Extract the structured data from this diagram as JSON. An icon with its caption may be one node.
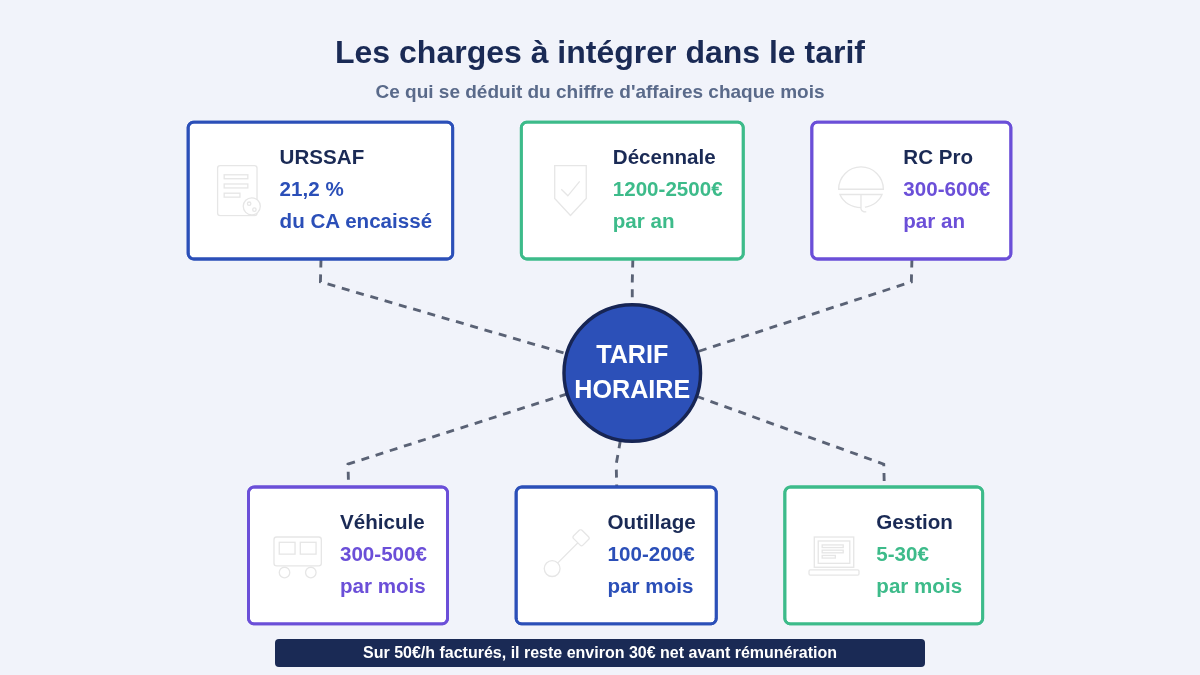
{
  "diagram": {
    "title": "Les charges à intégrer dans le tarif",
    "caption": "Sur 50€/h facturés, il reste environ 30€ net avant rémunération",
    "nodes": [
      {
        "text": [
          "URSSAF",
          "21,2 %",
          "du CA encaissé"
        ]
      },
      {
        "text": [
          "Décennale",
          "1200-2500€",
          "par an"
        ]
      },
      {
        "text": [
          "RC Pro",
          "300-600€",
          "par an"
        ]
      },
      {
        "text": [
          "TARIF",
          "HORAIRE"
        ]
      },
      {
        "text": [
          "Véhicule",
          "300-500€",
          "par mois"
        ]
      },
      {
        "text": [
          "Outillage",
          "100-200€",
          "par mois"
        ]
      },
      {
        "text": [
          "Gestion",
          "5-30€",
          "par mois"
        ]
      }
    ],
    "edges": [
      {
        "from": 0,
        "to": 3,
        "arrow": "none",
        "style": "dashed"
      },
      {
        "from": 1,
        "to": 3,
        "arrow": "none",
        "style": "dashed"
      },
      {
        "from": 2,
        "to": 3,
        "arrow": "none",
        "style": "dashed"
      },
      {
        "from": 3,
        "to": 4,
        "arrow": "none",
        "style": "dashed"
      },
      {
        "from": 3,
        "to": 5,
        "arrow": "none",
        "style": "dashed"
      },
      {
        "from": 3,
        "to": 6,
        "arrow": "none",
        "style": "dashed"
      }
    ],
    "labels": [
      "Ce qui se déduit du chiffre d'affaires chaque mois"
    ]
  }
}
